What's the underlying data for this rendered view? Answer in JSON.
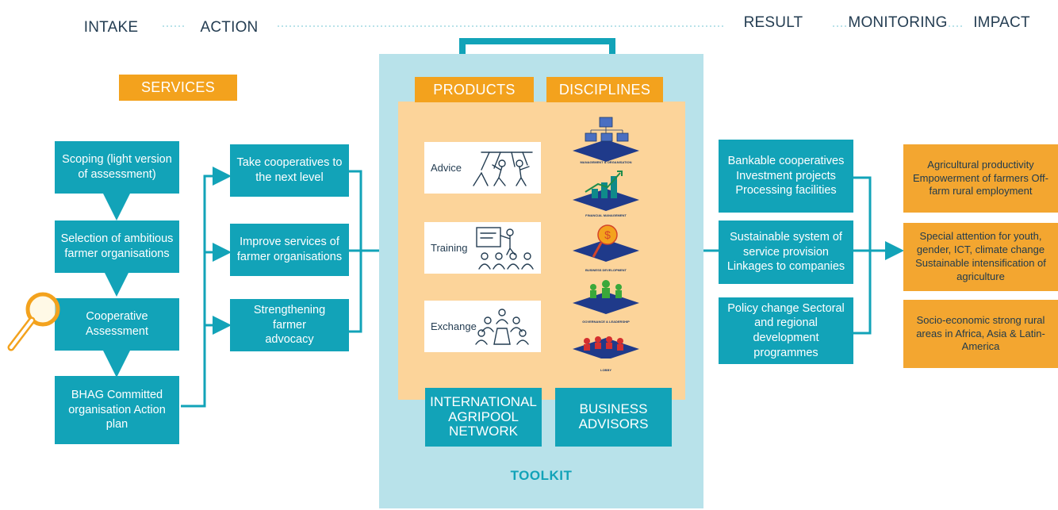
{
  "stages": [
    "INTAKE",
    "ACTION",
    "RESULT",
    "MONITORING",
    "IMPACT"
  ],
  "labels": {
    "services": "SERVICES",
    "products": "PRODUCTS",
    "disciplines": "DISCIPLINES",
    "toolkit": "TOOLKIT"
  },
  "intake_steps": [
    "Scoping (light version of assessment)",
    "Selection of ambitious farmer organisations",
    "Cooperative Assessment",
    "BHAG Committed organisation Action plan"
  ],
  "services": [
    "Take cooperatives to the next level",
    "Improve services of farmer organisations",
    "Strengthening farmer advocacy"
  ],
  "products": [
    "Advice",
    "Training",
    "Exchange"
  ],
  "disciplines": [
    "MANAGEMENT & ORGANISATION",
    "FINANCIAL MANAGEMENT",
    "BUSINESS DEVELOPMENT",
    "GOVERNANCE & LEADERSHIP",
    "LOBBY"
  ],
  "networks": [
    "INTERNATIONAL AGRIPOOL NETWORK",
    "BUSINESS ADVISORS"
  ],
  "results": [
    "Bankable cooperatives Investment projects Processing facilities",
    "Sustainable system of service provision Linkages to companies",
    "Policy change Sectoral and regional development programmes"
  ],
  "impacts": [
    "Agricultural productivity Empowerment of farmers Off-farm rural employment",
    "Special attention for youth, gender, ICT, climate change Sustainable intensification of agriculture",
    "Socio-economic strong rural areas in Africa, Asia & Latin-America"
  ],
  "colors": {
    "teal": "#12a3b8",
    "orange": "#f3a21d",
    "peach": "#fcd49a",
    "toolkit_bg": "#b8e2ea",
    "navy": "#243d52"
  },
  "icons": [
    "magnifier-icon",
    "advice-icon",
    "training-icon",
    "exchange-icon"
  ]
}
